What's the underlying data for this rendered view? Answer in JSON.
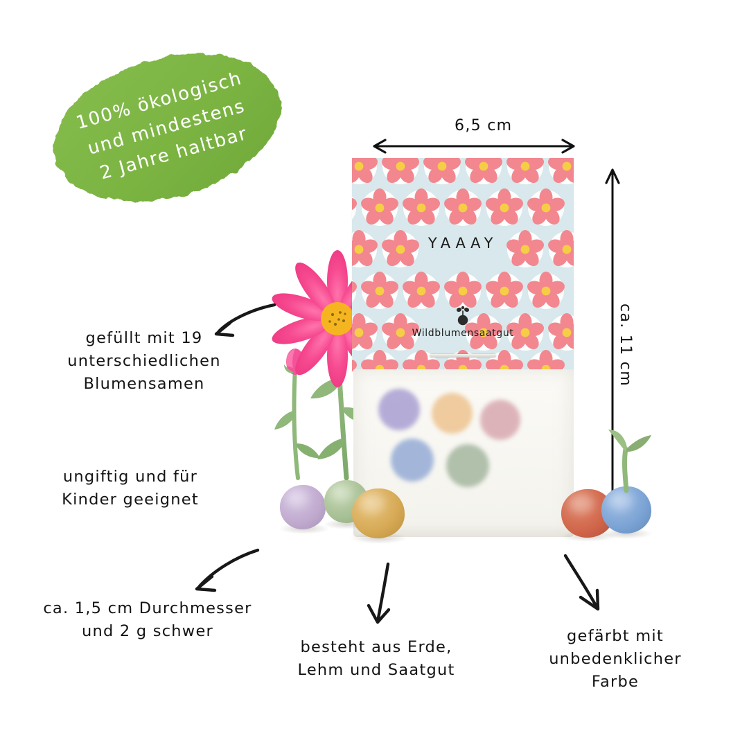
{
  "page": {
    "background": "#ffffff",
    "language": "de"
  },
  "badge": {
    "name": "eco-badge",
    "color": "#7cb542",
    "text_color": "#ffffff",
    "lines": [
      "100% ökologisch",
      "und mindestens",
      "2 Jahre haltbar"
    ],
    "full_text": "100% ökologisch und mindestens 2 Jahre haltbar"
  },
  "product": {
    "label_card": {
      "background_color": "#d8e8ec",
      "headline": "YAAAY",
      "brand_name": "Wildblumensaatgut",
      "logo_name": "seedball-sprout-logo",
      "flower_petal_color": "#f2878f",
      "flower_center_color": "#f6ce46",
      "flower_dot_color": "#ffffff"
    },
    "bag": {
      "name": "translucent-seed-bag",
      "background_color": "#f8f7f2",
      "pellets": [
        {
          "name": "pellet-purple",
          "color": "#a49ad0"
        },
        {
          "name": "pellet-peach",
          "color": "#edc08a"
        },
        {
          "name": "pellet-pink",
          "color": "#d6a3ab"
        },
        {
          "name": "pellet-blue",
          "color": "#8fa7d4"
        },
        {
          "name": "pellet-sage",
          "color": "#9fb39a"
        }
      ]
    },
    "seedballs": [
      {
        "name": "seedball-lavender",
        "color": "#c0aace"
      },
      {
        "name": "seedball-green",
        "color": "#a8c095"
      },
      {
        "name": "seedball-ochre",
        "color": "#d6a955"
      },
      {
        "name": "seedball-terracotta",
        "color": "#d0654a"
      },
      {
        "name": "seedball-blue",
        "color": "#7ba3d4"
      }
    ],
    "flower_illustration": {
      "name": "pink-cosmos-flower",
      "petal_color": "#f4498e",
      "center_color": "#f5b521",
      "stem_color": "#8fb87a"
    }
  },
  "dimensions": {
    "width_label": "6,5 cm",
    "height_label": "ca. 11 cm"
  },
  "annotations": [
    {
      "id": "fill",
      "name": "annotation-fill-count",
      "lines": [
        "gefüllt mit 19",
        "unterschiedlichen",
        "Blumensamen"
      ],
      "text": "gefüllt mit 19 unterschiedlichen Blumensamen"
    },
    {
      "id": "nontoxic",
      "name": "annotation-nontoxic",
      "lines": [
        "ungiftig und für",
        "Kinder geeignet"
      ],
      "text": "ungiftig und für Kinder geeignet"
    },
    {
      "id": "size",
      "name": "annotation-size-weight",
      "lines": [
        "ca. 1,5 cm Durchmesser",
        "und 2 g schwer"
      ],
      "text": "ca. 1,5 cm Durchmesser und 2 g schwer"
    },
    {
      "id": "material",
      "name": "annotation-material",
      "lines": [
        "besteht aus Erde,",
        "Lehm und Saatgut"
      ],
      "text": "besteht aus Erde, Lehm und Saatgut"
    },
    {
      "id": "color",
      "name": "annotation-coloring",
      "lines": [
        "gefärbt mit",
        "unbedenklicher",
        "Farbe"
      ],
      "text": "gefärbt mit unbedenklicher Farbe"
    }
  ]
}
